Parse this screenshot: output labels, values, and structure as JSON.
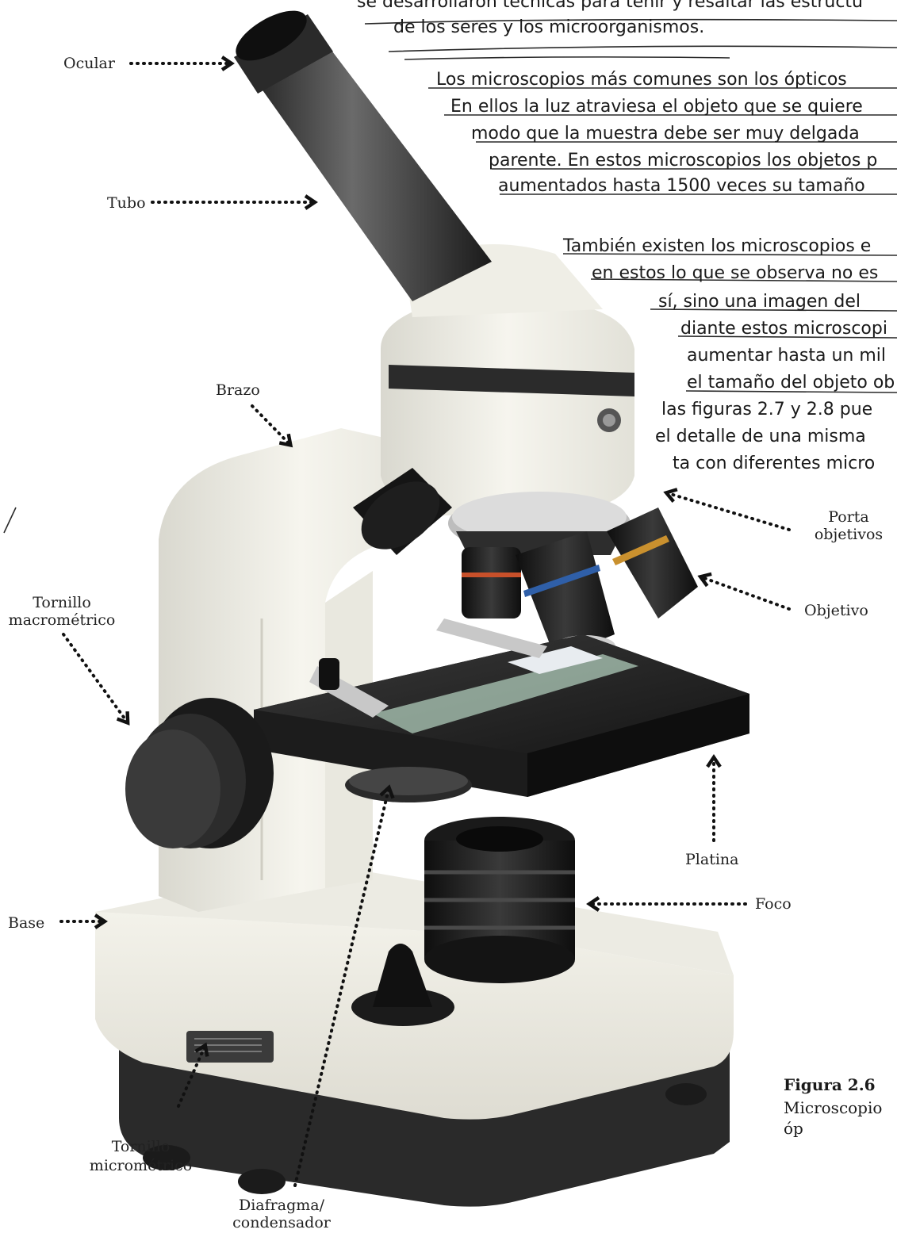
{
  "text_top": {
    "line1": "se desarrollaron técnicas para teñir y resaltar las estructu",
    "line2": "de los seres y los microorganismos."
  },
  "paragraph1": [
    "Los microscopios más comunes son los ópticos",
    "En ellos la luz atraviesa el objeto que se quiere",
    "modo que la muestra debe ser muy delgada",
    "parente. En estos microscopios los objetos p",
    "aumentados hasta 1500 veces su tamaño"
  ],
  "paragraph2": [
    "También existen los microscopios e",
    "en estos lo que se observa no es",
    "sí, sino una imagen del",
    "diante estos microscopi",
    "aumentar hasta un mil",
    "el tamaño del objeto ob",
    "las figuras 2.7 y 2.8 pue",
    "el detalle de una misma",
    "ta con diferentes micro"
  ],
  "labels": {
    "ocular": "Ocular",
    "tubo": "Tubo",
    "brazo": "Brazo",
    "porta_1": "Porta",
    "porta_2": "objetivos",
    "objetivo": "Objetivo",
    "macro_1": "Tornillo",
    "macro_2": "macrométrico",
    "platina": "Platina",
    "foco": "Foco",
    "base": "Base",
    "micro_1": "Tornillo",
    "micro_2": "micrométrico",
    "diafragma_1": "Diafragma/",
    "diafragma_2": "condensador"
  },
  "figure": {
    "number": "Figura 2.6",
    "caption": "Microscopio óp"
  }
}
